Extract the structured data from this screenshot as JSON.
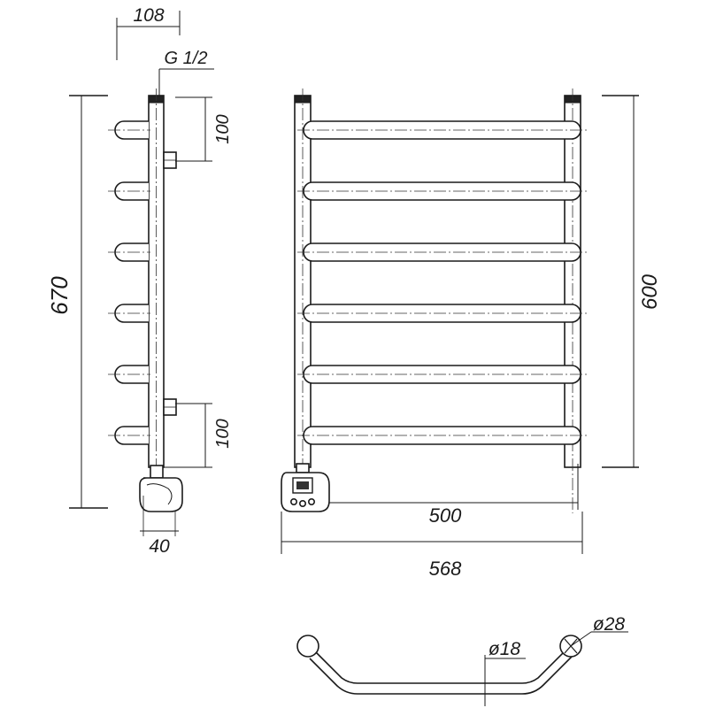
{
  "drawing": {
    "dims": {
      "side_offset": "108",
      "thread": "G 1/2",
      "top_spacing": "100",
      "bottom_spacing": "100",
      "total_height": "670",
      "bottom_depth": "40",
      "front_height": "600",
      "center_width": "500",
      "total_width": "568",
      "rung_diameter": "ø18",
      "rail_diameter": "ø28"
    }
  }
}
